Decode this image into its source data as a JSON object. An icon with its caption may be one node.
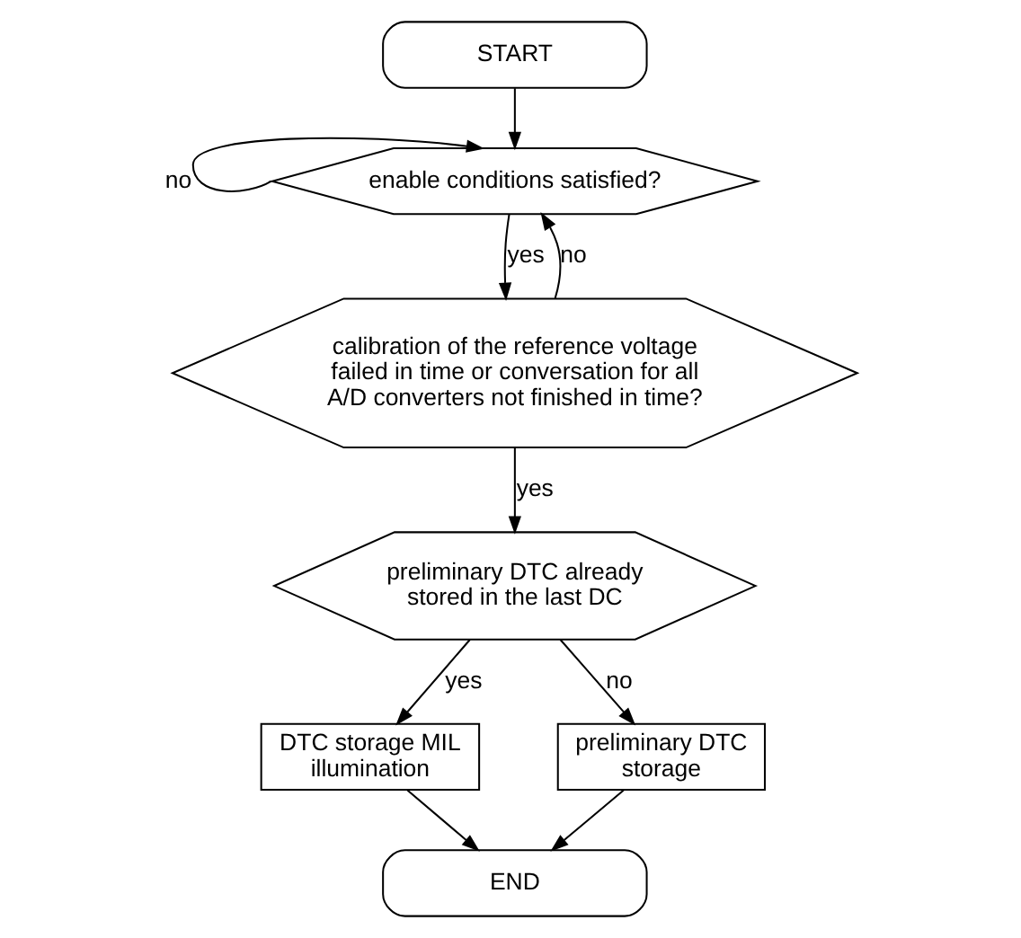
{
  "diagram": {
    "nodes": [
      {
        "text": [
          "START"
        ]
      },
      {
        "text": [
          "enable conditions satisfied?"
        ]
      },
      {
        "text": [
          "calibration of the reference voltage failed in time or conversation for all A/D converters not finished in time?"
        ]
      },
      {
        "text": [
          "preliminary DTC already stored in the last DC"
        ]
      },
      {
        "text": [
          "DTC storage MIL illumination"
        ]
      },
      {
        "text": [
          "preliminary DTC storage"
        ]
      },
      {
        "text": [
          "END"
        ]
      }
    ],
    "edges": [
      {
        "from": 0,
        "to": 1,
        "arrow": "to"
      },
      {
        "from": 1,
        "to": 1,
        "arrow": "to",
        "label": "no"
      },
      {
        "from": 1,
        "to": 2,
        "arrow": "to",
        "label": "yes"
      },
      {
        "from": 2,
        "to": 1,
        "arrow": "to",
        "label": "no"
      },
      {
        "from": 2,
        "to": 3,
        "arrow": "to",
        "label": "yes"
      },
      {
        "from": 3,
        "to": 4,
        "arrow": "to",
        "label": "yes"
      },
      {
        "from": 3,
        "to": 5,
        "arrow": "to",
        "label": "no"
      },
      {
        "from": 4,
        "to": 6,
        "arrow": "to"
      },
      {
        "from": 5,
        "to": 6,
        "arrow": "to"
      }
    ]
  }
}
